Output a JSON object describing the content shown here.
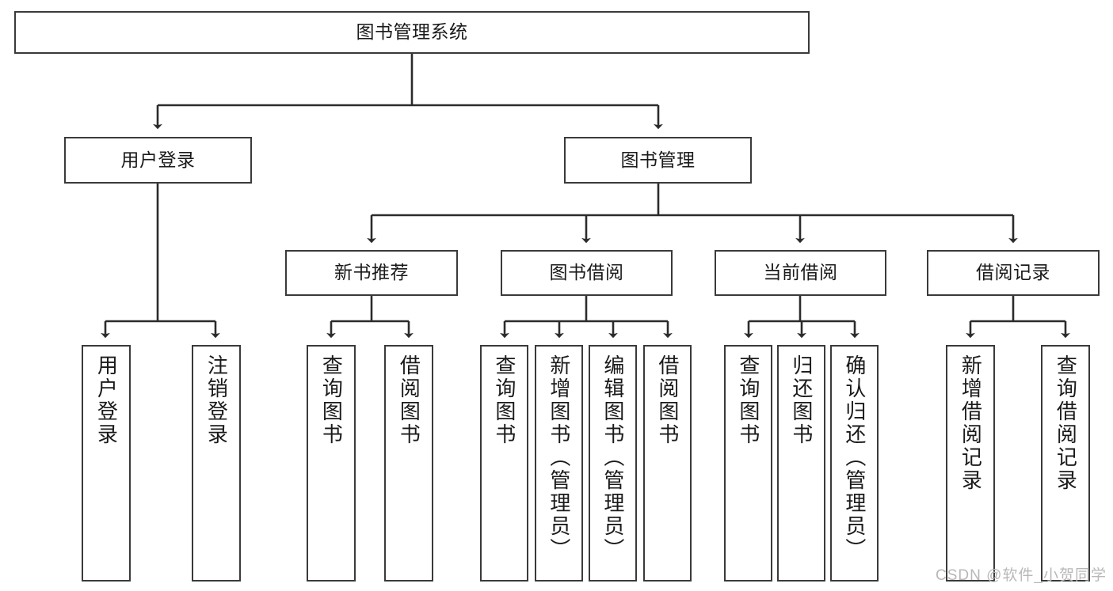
{
  "diagram": {
    "type": "tree-hierarchy",
    "title": "图书管理系统",
    "watermark": "CSDN @软件_小贺同学",
    "colors": {
      "box_border": "#3a3a3a",
      "box_fill": "#ffffff",
      "edge": "#2b2b2b",
      "text": "#1a1a1a",
      "watermark": "#b8b8b8"
    },
    "levels": {
      "root": {
        "label": "图书管理系统"
      },
      "level2": [
        {
          "label": "用户登录"
        },
        {
          "label": "图书管理"
        }
      ],
      "level3": [
        {
          "label": "新书推荐"
        },
        {
          "label": "图书借阅"
        },
        {
          "label": "当前借阅"
        },
        {
          "label": "借阅记录"
        }
      ],
      "leaves": [
        {
          "label": "用户登录"
        },
        {
          "label": "注销登录"
        },
        {
          "label": "查询图书"
        },
        {
          "label": "借阅图书"
        },
        {
          "label": "查询图书"
        },
        {
          "label": "新增图书（管理员）"
        },
        {
          "label": "编辑图书（管理员）"
        },
        {
          "label": "借阅图书"
        },
        {
          "label": "查询图书"
        },
        {
          "label": "归还图书"
        },
        {
          "label": "确认归还（管理员）"
        },
        {
          "label": "新增借阅记录"
        },
        {
          "label": "查询借阅记录"
        }
      ]
    }
  }
}
